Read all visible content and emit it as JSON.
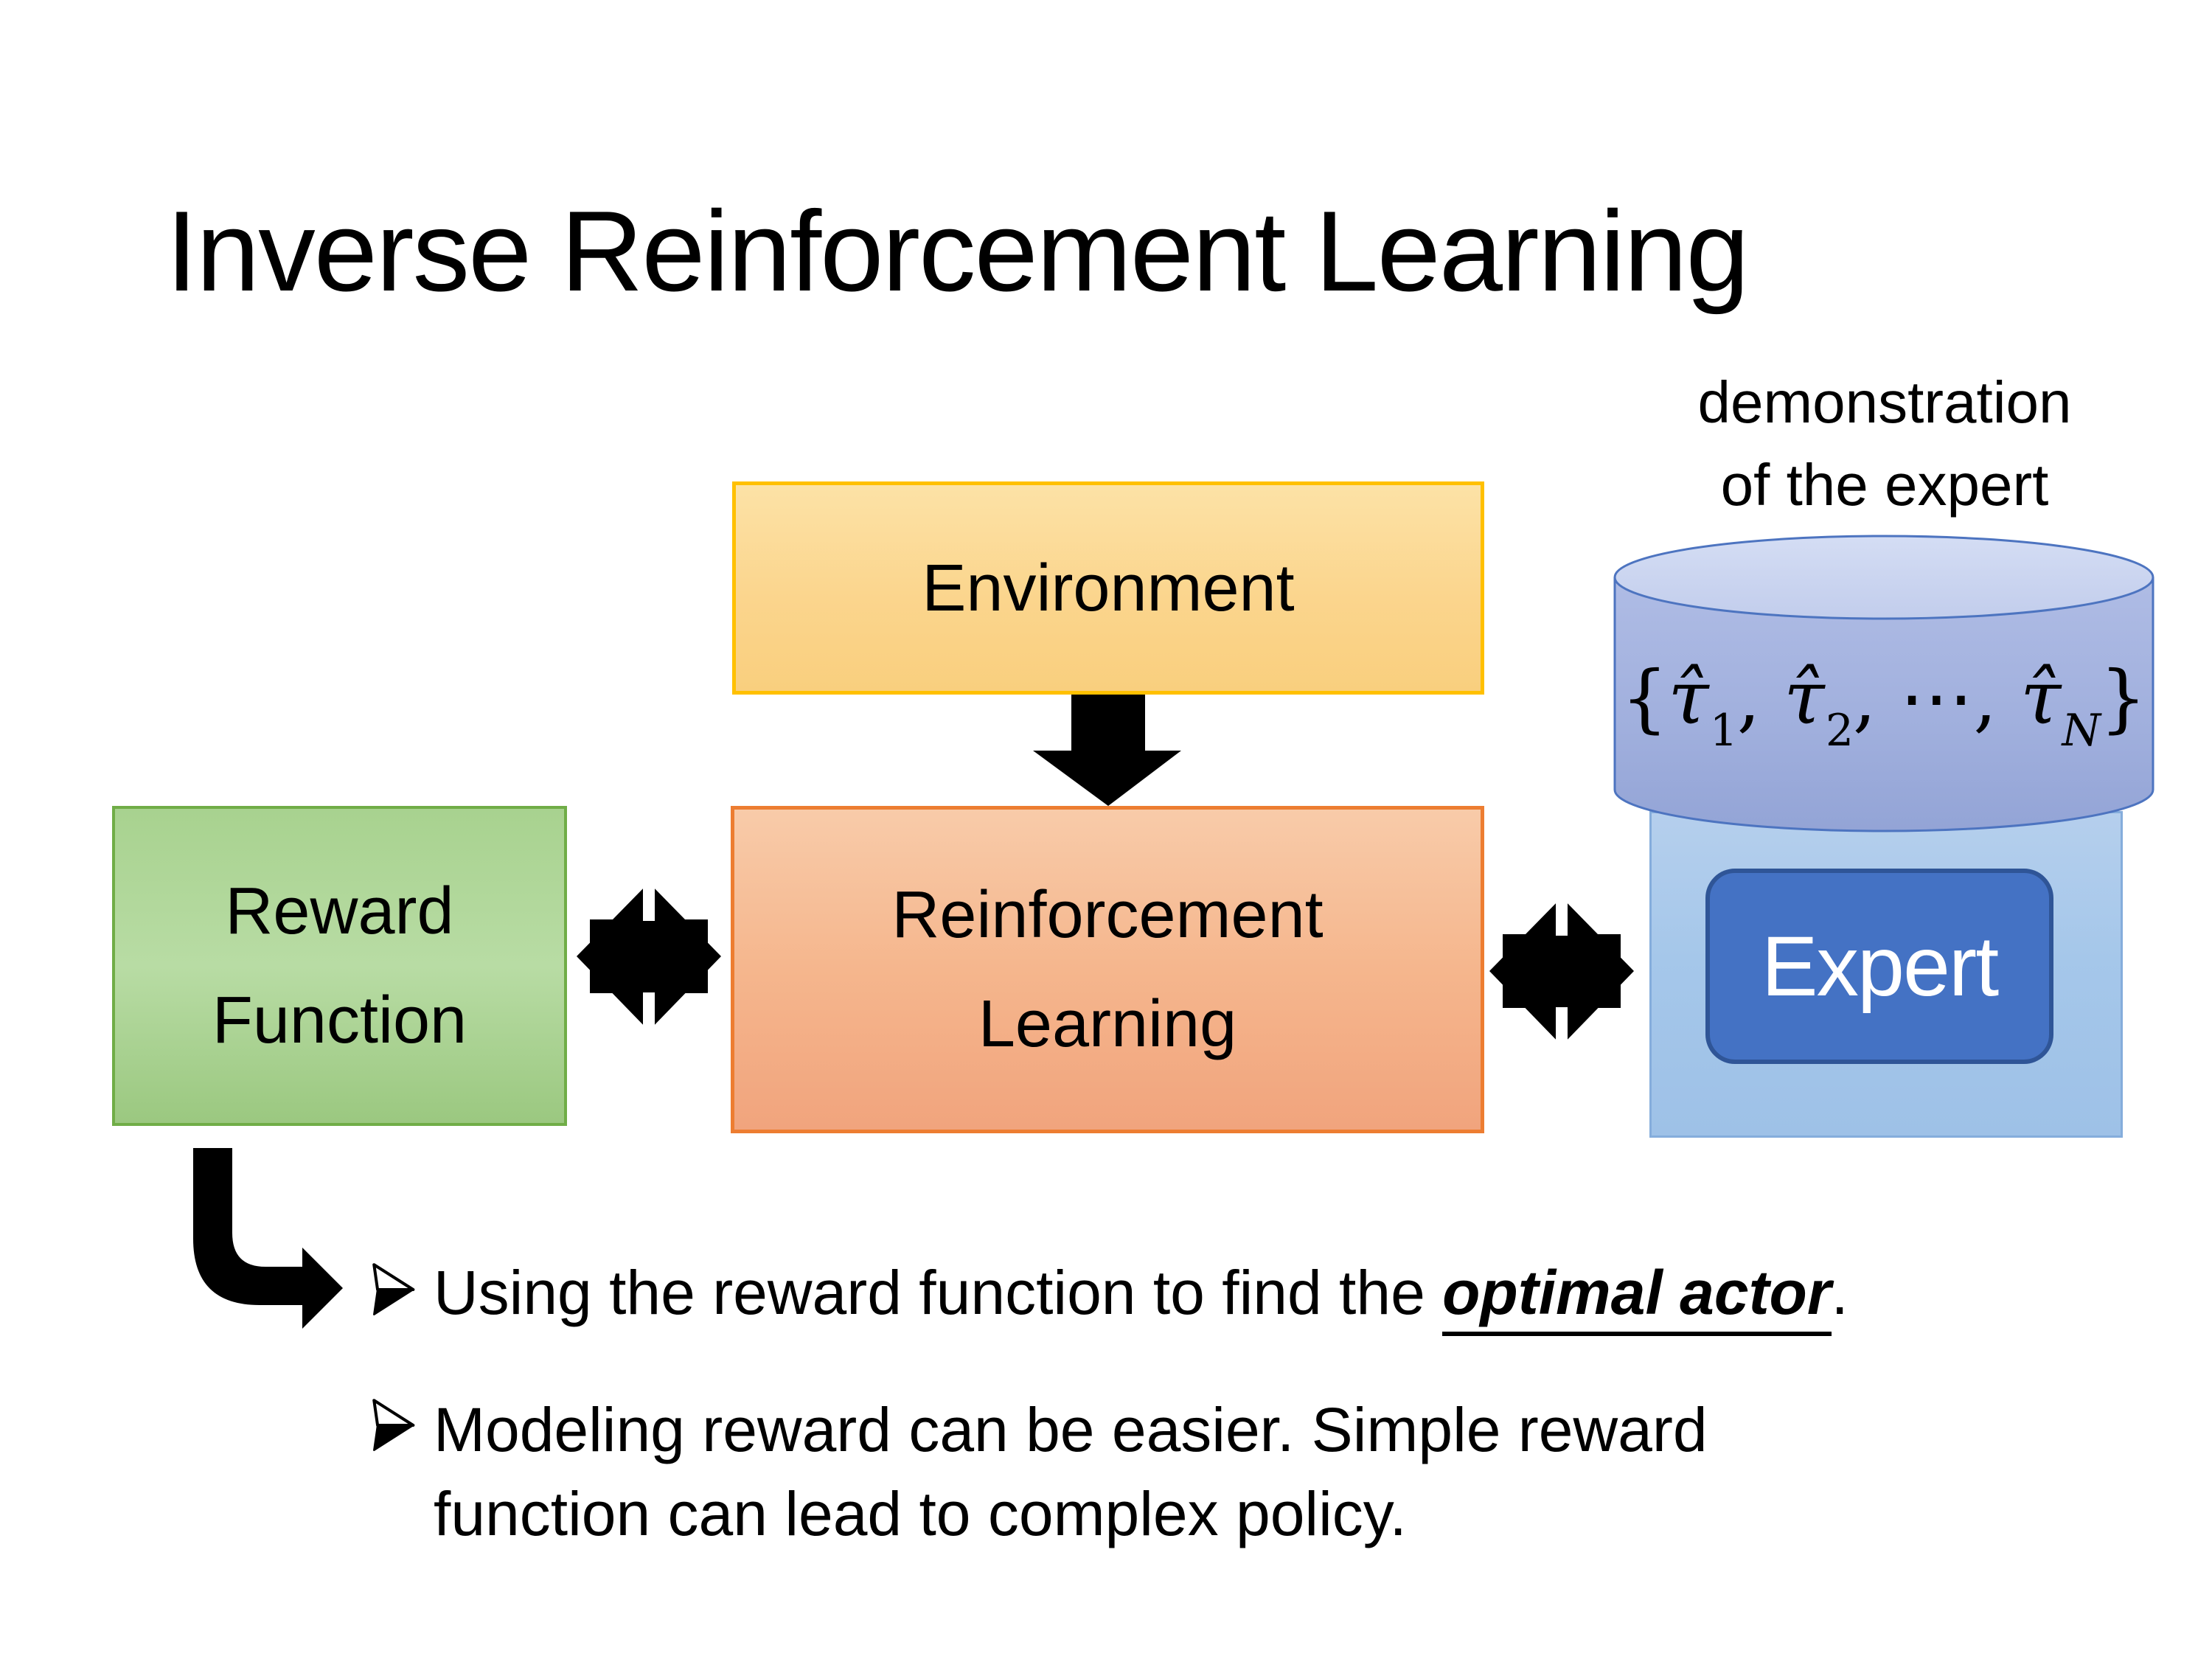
{
  "slide": {
    "title": "Inverse Reinforcement Learning",
    "background_color": "#FFFFFF",
    "text_color": "#000000"
  },
  "diagram": {
    "demonstration_label": {
      "line1": "demonstration",
      "line2": "of the expert"
    },
    "environment_box": {
      "label": "Environment",
      "border_color": "#FFC000",
      "fill_top": "#FCE2A6",
      "fill_bottom": "#F9CF7E"
    },
    "reward_box": {
      "label_line1": "Reward",
      "label_line2": "Function",
      "border_color": "#70AD47",
      "fill_top": "#A8D28F",
      "fill_bottom": "#9BC880"
    },
    "rl_box": {
      "label_line1": "Reinforcement",
      "label_line2": "Learning",
      "border_color": "#ED7D31",
      "fill_top": "#F8CBA9",
      "fill_bottom": "#F1A47D"
    },
    "expert_container": {
      "border_color": "#85ADDC",
      "fill_top": "#B5CFED",
      "fill_bottom": "#9EC1E7"
    },
    "expert_box": {
      "label": "Expert",
      "fill": "#4472C4",
      "border_color": "#2F5597",
      "text_color": "#FFFFFF"
    },
    "demonstrations_cylinder": {
      "border_color": "#4D74C0",
      "body_fill_top": "#AFBCE5",
      "body_fill_bottom": "#93A4D6",
      "lid_fill": "#CCD6F0",
      "math": {
        "open_brace": "{",
        "tau_1": "τ̂",
        "sub_1": "1",
        "comma_1": ", ",
        "tau_2": "τ̂",
        "sub_2": "2",
        "comma_2": ", ",
        "cdots": "⋯",
        "comma_3": ", ",
        "tau_n": "τ̂",
        "sub_n": "N",
        "close_brace": "}"
      }
    },
    "arrows": {
      "color": "#000000"
    }
  },
  "bullets": {
    "marker_glyph": "➢",
    "item1": {
      "prefix": "Using the reward function to find the ",
      "emphasis": "optimal actor",
      "suffix": "."
    },
    "item2": {
      "text": "Modeling reward can be easier. Simple reward function can lead to complex policy."
    }
  }
}
